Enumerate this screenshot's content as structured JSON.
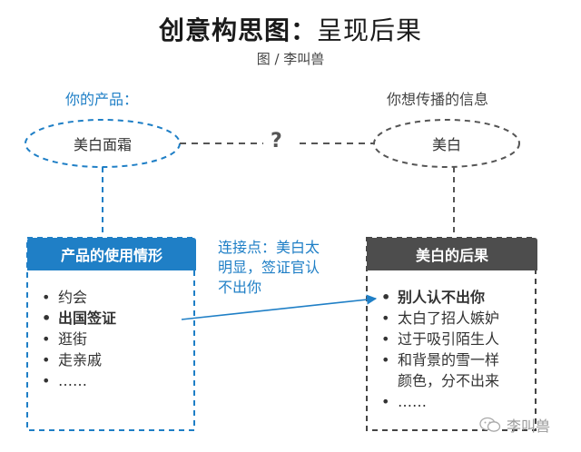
{
  "title": {
    "main": "创意构思图：",
    "sub": "呈现后果"
  },
  "byline": "图 / 李叫兽",
  "left": {
    "label": "你的产品：",
    "ellipse": "美白面霜",
    "box_header": "产品的使用情形",
    "items": [
      "约会",
      "出国签证",
      "逛街",
      "走亲戚",
      "……"
    ],
    "bold_items": [
      1
    ]
  },
  "right": {
    "label": "你想传播的信息",
    "ellipse": "美白",
    "box_header": "美白的后果",
    "items": [
      "别人认不出你",
      "太白了招人嫉妒",
      "过于吸引陌生人",
      "和背景的雪一样",
      "颜色，分不出来",
      "……"
    ],
    "bold_items": [
      0
    ],
    "continuation_items": [
      4
    ]
  },
  "question_mark": "?",
  "connector_label": [
    "连接点：美白太",
    "明显，签证官认",
    "不出你"
  ],
  "watermark": "李叫兽",
  "colors": {
    "blue": "#1f7fc6",
    "dark_header": "#4d4d4d",
    "dash": "#444444"
  }
}
